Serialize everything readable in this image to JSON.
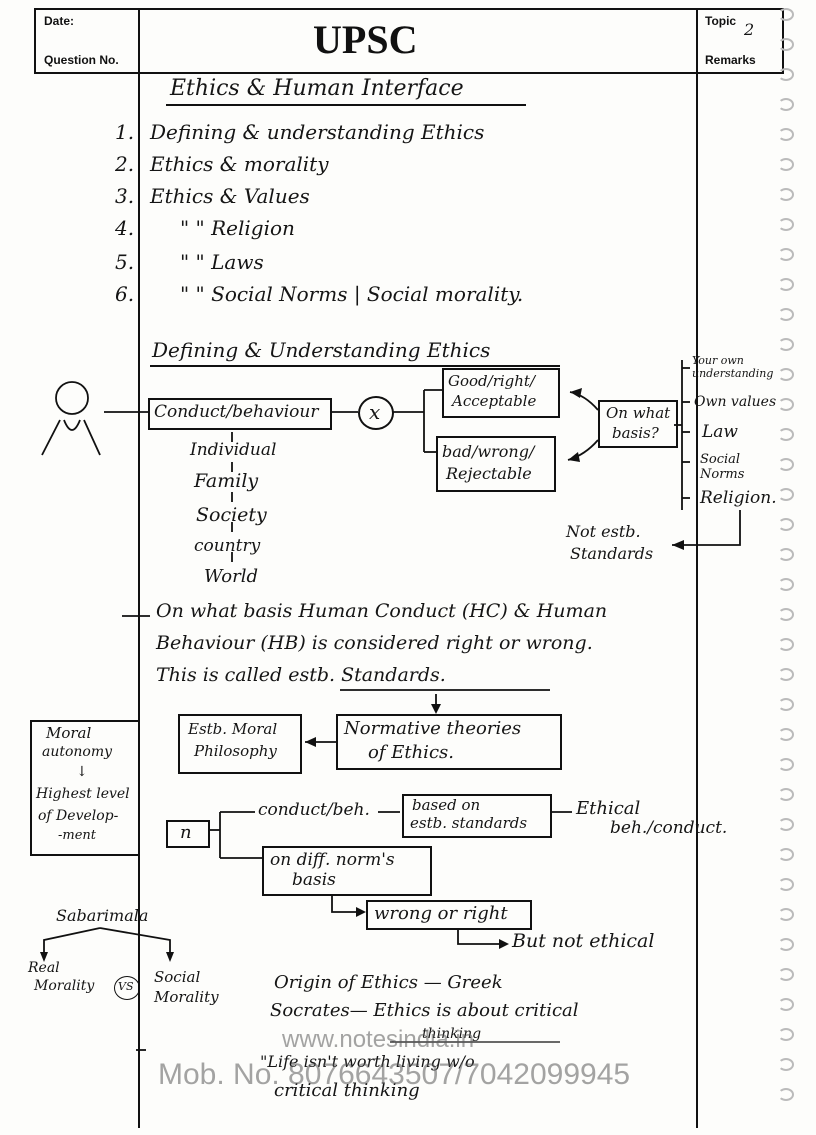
{
  "header": {
    "date_label": "Date:",
    "question_label": "Question No.",
    "title": "UPSC",
    "topic_label": "Topic",
    "topic_value": "2",
    "remarks_label": "Remarks"
  },
  "page_heading": "Ethics & Human Interface",
  "topics_list": [
    {
      "num": "1.",
      "text": "Defining & understanding Ethics"
    },
    {
      "num": "2.",
      "text": "Ethics & morality"
    },
    {
      "num": "3.",
      "text": "Ethics & Values"
    },
    {
      "num": "4.",
      "text": "\"    \"   Religion"
    },
    {
      "num": "5.",
      "text": "\"    \"   Laws"
    },
    {
      "num": "6.",
      "text": "\"    \"   Social Norms | Social morality."
    }
  ],
  "section_heading": "Defining & Understanding Ethics",
  "diagram1": {
    "conduct_box": "Conduct/behaviour",
    "x_circle": "x",
    "good_box": [
      "Good/right/",
      "Acceptable"
    ],
    "bad_box": [
      "bad/wrong/",
      "Rejectable"
    ],
    "basis_box": [
      "On what",
      "basis?"
    ],
    "levels": [
      "Individual",
      "Family",
      "Society",
      "country",
      "World"
    ],
    "bases": [
      "Your own understanding",
      "Own values",
      "Law",
      "Social Norms",
      "Religion."
    ],
    "not_estb": [
      "Not estb.",
      "Standards"
    ]
  },
  "paragraph": [
    "On what basis Human Conduct (HC) & Human",
    "Behaviour (HB) is considered right or wrong.",
    "This is called estb. Standards."
  ],
  "diagram2": {
    "estb_box": [
      "Estb. Moral",
      "Philosophy"
    ],
    "normative_box": [
      "Normative theories",
      "of Ethics."
    ],
    "moral_box": [
      "Moral",
      "autonomy",
      "↓",
      "Highest level",
      "of Develop-",
      "-ment"
    ],
    "n_box": "n",
    "conduct_beh": "conduct/beh.",
    "based_box": [
      "based on",
      "estb. standards"
    ],
    "ethical": [
      "Ethical",
      "beh./conduct."
    ],
    "diff_box": [
      "on diff. norm's",
      "basis"
    ],
    "wrong_right_box": "wrong or right",
    "but_not": "But not ethical"
  },
  "sabarimala": {
    "label": "Sabarimala",
    "left": [
      "Real",
      "Morality"
    ],
    "vs": "VS",
    "right": [
      "Social",
      "Morality"
    ]
  },
  "origin_lines": [
    "Origin of Ethics — Greek",
    "Socrates— Ethics is about critical",
    "thinking",
    "\"Life isn't worth living w/o",
    "critical thinking"
  ],
  "watermark": {
    "url": "www.notesindia.in",
    "mob": "Mob. No. 8076643507/7042099945"
  }
}
